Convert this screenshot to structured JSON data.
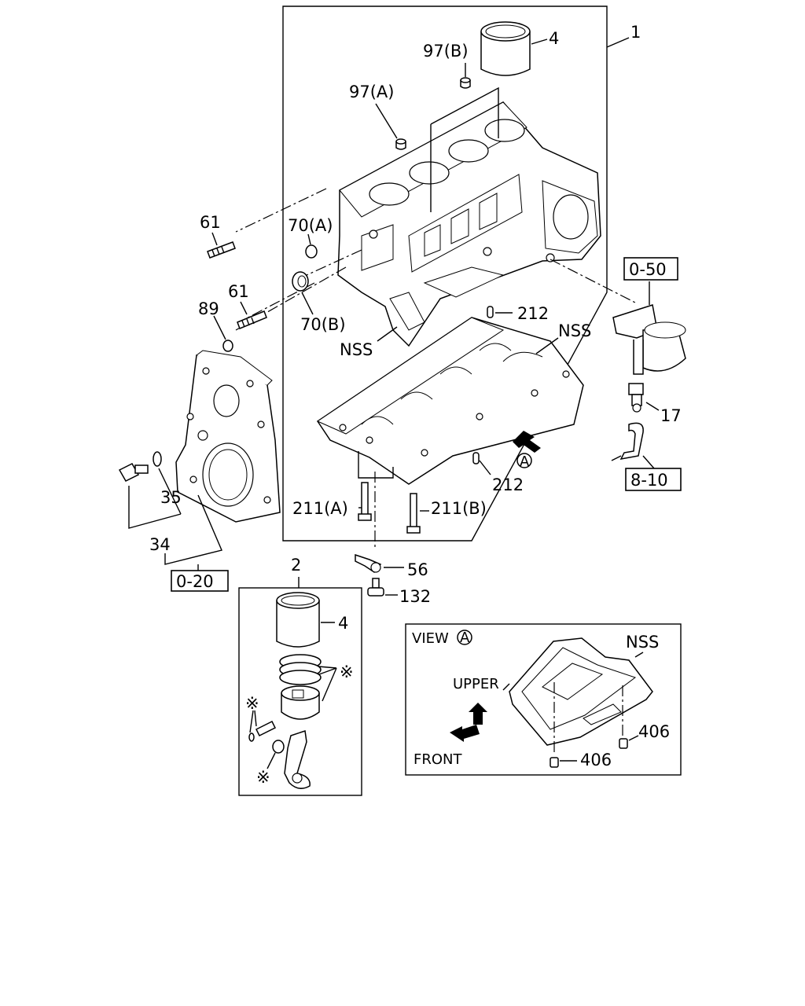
{
  "callouts": {
    "c1": "1",
    "c2": "2",
    "c4_top": "4",
    "c4_kit": "4",
    "c97b": "97(B)",
    "c97a": "97(A)",
    "c61_top": "61",
    "c61_mid": "61",
    "c70a": "70(A)",
    "c70b": "70(B)",
    "c89": "89",
    "c212_top": "212",
    "c212_bottom": "212",
    "nss_block": "NSS",
    "nss_crank": "NSS",
    "nss_view": "NSS",
    "c17": "17",
    "c35": "35",
    "c34": "34",
    "c211a": "211(A)",
    "c211b": "211(B)",
    "c56": "56",
    "c132": "132",
    "c406_right": "406",
    "c406_bottom": "406",
    "asterisk_rings": "※",
    "asterisk_pin": "※",
    "asterisk_bush": "※",
    "arrow_a": "A"
  },
  "refs": {
    "r050": "0-50",
    "r810": "8-10",
    "r020": "0-20"
  },
  "view_a": {
    "title": "VIEW",
    "circle": "A",
    "upper": "UPPER",
    "front": "FRONT"
  }
}
